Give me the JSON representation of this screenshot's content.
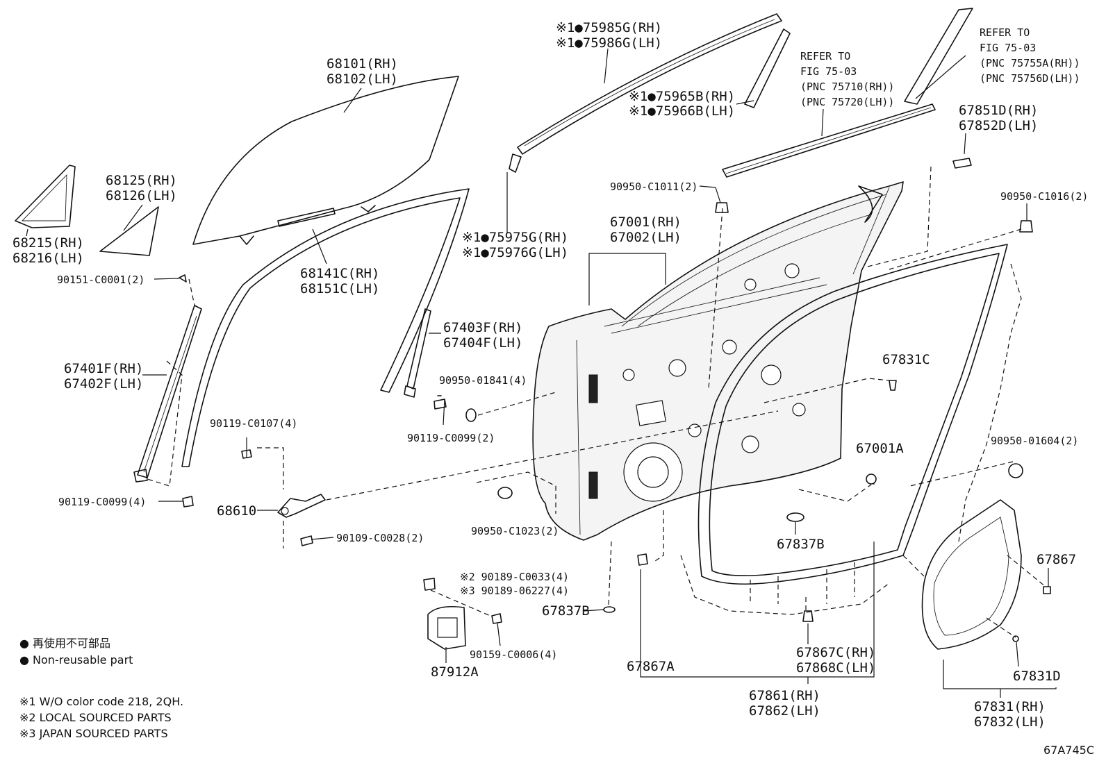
{
  "figure_code": "67A745C",
  "labels": {
    "l_75985": "※1●75985G(RH)",
    "l_75986": "※1●75986G(LH)",
    "l_68101": "68101(RH)",
    "l_68102": "68102(LH)",
    "l_ref1_1": "REFER TO",
    "l_ref1_2": "FIG 75-03",
    "l_ref1_3": "(PNC 75710(RH))",
    "l_ref1_4": "(PNC 75720(LH))",
    "l_ref2_1": "REFER TO",
    "l_ref2_2": "FIG 75-03",
    "l_ref2_3": "(PNC 75755A(RH))",
    "l_ref2_4": "(PNC 75756D(LH))",
    "l_75965": "※1●75965B(RH)",
    "l_75966": "※1●75966B(LH)",
    "l_67851": "67851D(RH)",
    "l_67852": "67852D(LH)",
    "l_68125": "68125(RH)",
    "l_68126": "68126(LH)",
    "l_c1011": "90950-C1011(2)",
    "l_c1016": "90950-C1016(2)",
    "l_68215": "68215(RH)",
    "l_68216": "68216(LH)",
    "l_67001": "67001(RH)",
    "l_67002": "67002(LH)",
    "l_75975": "※1●75975G(RH)",
    "l_75976": "※1●75976G(LH)",
    "l_c0001": "90151-C0001(2)",
    "l_68141": "68141C(RH)",
    "l_68151": "68151C(LH)",
    "l_67403": "67403F(RH)",
    "l_67404": "67404F(LH)",
    "l_67401": "67401F(RH)",
    "l_67402": "67402F(LH)",
    "l_01841": "90950-01841(4)",
    "l_67831c": "67831C",
    "l_c0107": "90119-C0107(4)",
    "l_c0099a": "90119-C0099(2)",
    "l_67001a": "67001A",
    "l_01604": "90950-01604(2)",
    "l_c0099b": "90119-C0099(4)",
    "l_68610": "68610",
    "l_c1023": "90950-C1023(2)",
    "l_c0028": "90109-C0028(2)",
    "l_67837b1": "67837B",
    "l_67867": "67867",
    "l_c0033": "※2 90189-C0033(4)",
    "l_06227": "※3 90189-06227(4)",
    "l_67837b2": "67837B",
    "l_c0006": "90159-C0006(4)",
    "l_87912a": "87912A",
    "l_67867a": "67867A",
    "l_67867c": "67867C(RH)",
    "l_67868c": "67868C(LH)",
    "l_67831d": "67831D",
    "l_67861": "67861(RH)",
    "l_67862": "67862(LH)",
    "l_67831": "67831(RH)",
    "l_67832": "67832(LH)"
  },
  "legend": {
    "item1": "● 再使用不可部品",
    "item2": "● Non-reusable part"
  },
  "footnotes": {
    "n1": "※1 W/O color code 218, 2QH.",
    "n2": "※2 LOCAL SOURCED PARTS",
    "n3": "※3 JAPAN SOURCED PARTS"
  }
}
